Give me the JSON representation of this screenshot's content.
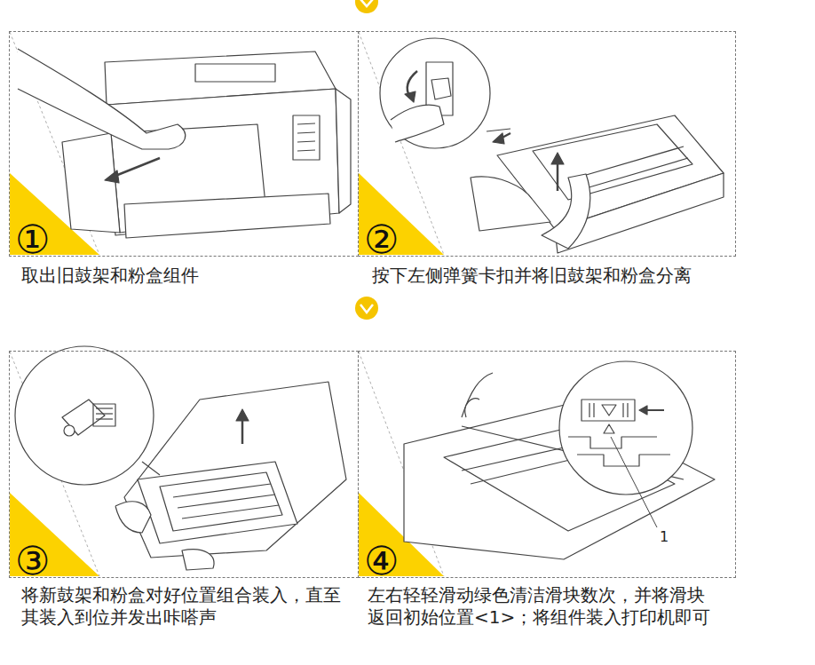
{
  "diagram": {
    "nodes": [
      {
        "text": [
          "①",
          "取出旧鼓架和粉盒组件"
        ]
      },
      {
        "text": [
          "②",
          "按下左侧弹簧卡扣并将旧鼓架和粉盒分离"
        ]
      },
      {
        "text": [
          "③",
          "将新鼓架和粉盒对好位置组合装入，直至 其装入到位并发出咔嗒声"
        ]
      },
      {
        "text": [
          "④",
          "左右轻轻滑动绿色清洁滑块数次，并将滑块 返回初始位置<1>；将组件装入打印机即可"
        ]
      }
    ],
    "labels": [
      "1"
    ]
  }
}
